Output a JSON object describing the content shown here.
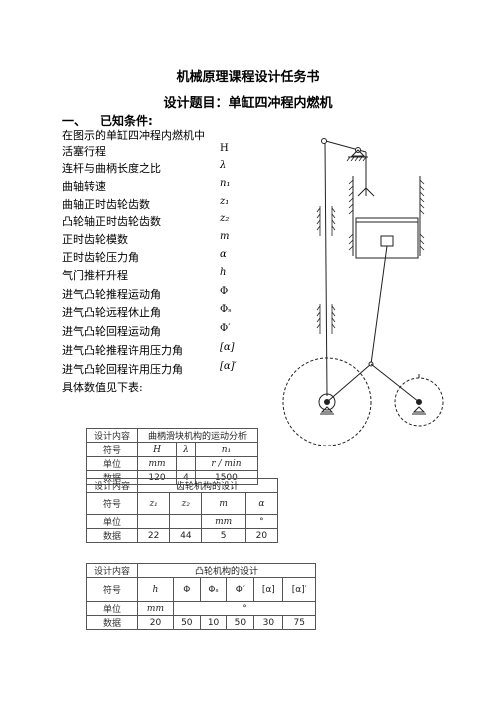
{
  "header": {
    "title": "机械原理课程设计任务书",
    "subtitle": "设计题目：单缸四冲程内燃机"
  },
  "section": {
    "number": "一、",
    "label": "已知条件:"
  },
  "intro": [
    "在图示的单缸四冲程内燃机中",
    "活塞行程"
  ],
  "params": [
    {
      "label": "活塞行程",
      "symbol": "H"
    },
    {
      "label": "连杆与曲柄长度之比",
      "symbol": "λ"
    },
    {
      "label": "曲轴转速",
      "symbol": "n₁"
    },
    {
      "label": "曲轴正时齿轮齿数",
      "symbol": "z₁"
    },
    {
      "label": "凸轮轴正时齿轮齿数",
      "symbol": "z₂"
    },
    {
      "label": "正时齿轮模数",
      "symbol": "m"
    },
    {
      "label": "正时齿轮压力角",
      "symbol": "α"
    },
    {
      "label": "气门推杆升程",
      "symbol": "h"
    },
    {
      "label": "进气凸轮推程运动角",
      "symbol": "Φ"
    },
    {
      "label": "进气凸轮远程休止角",
      "symbol": "Φₛ"
    },
    {
      "label": "进气凸轮回程运动角",
      "symbol": "Φ′"
    },
    {
      "label": "进气凸轮推程许用压力角",
      "symbol": "[α]"
    },
    {
      "label": "进气凸轮回程许用压力角",
      "symbol": "[α]′"
    }
  ],
  "footer_text": "具体数值见下表:",
  "tables": [
    {
      "design_label": "设计内容",
      "design_value": "曲柄滑块机构的运动分析",
      "symbol_label": "符号",
      "symbols": [
        "H",
        "λ",
        "n₁"
      ],
      "unit_label": "单位",
      "units": [
        "mm",
        "",
        "r / min"
      ],
      "data_label": "数据",
      "values": [
        "120",
        "4",
        "1500"
      ]
    },
    {
      "design_label": "设计内容",
      "design_value": "齿轮机构的设计",
      "symbol_label": "符号",
      "symbols": [
        "z₁",
        "z₂",
        "m",
        "α"
      ],
      "unit_label": "单位",
      "units": [
        "",
        "",
        "mm",
        "°"
      ],
      "data_label": "数据",
      "values": [
        "22",
        "44",
        "5",
        "20"
      ]
    },
    {
      "design_label": "设计内容",
      "design_value": "凸轮机构的设计",
      "symbol_label": "符号",
      "symbols": [
        "h",
        "Φ",
        "Φₛ",
        "Φ′",
        "[α]",
        "[α]′"
      ],
      "unit_label": "单位",
      "units": [
        "mm",
        "°"
      ],
      "data_label": "数据",
      "values": [
        "20",
        "50",
        "10",
        "50",
        "30",
        "75"
      ]
    }
  ]
}
